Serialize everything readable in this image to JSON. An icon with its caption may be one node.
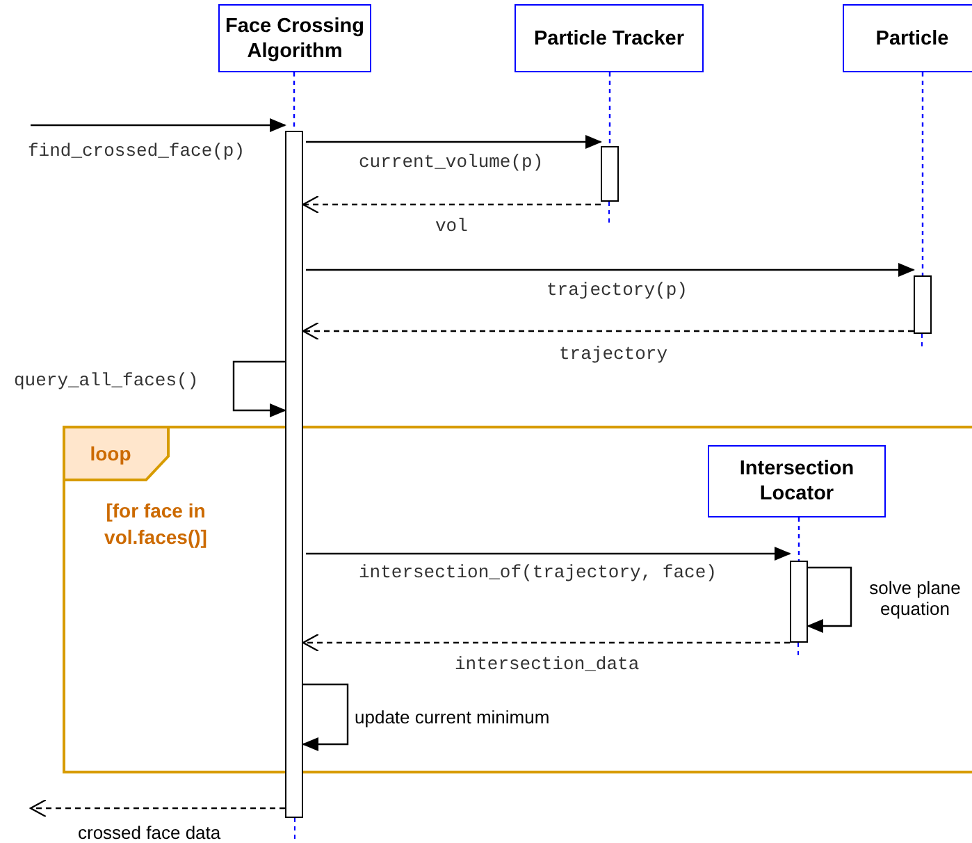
{
  "diagram": {
    "nodes": [
      {
        "text": [
          "Face Crossing Algorithm"
        ]
      },
      {
        "text": [
          "Particle Tracker"
        ]
      },
      {
        "text": [
          "Particle"
        ]
      },
      {
        "text": [],
        "shape": "bar"
      },
      {
        "text": [],
        "shape": "bar"
      },
      {
        "text": [],
        "shape": "bar"
      },
      {
        "text": [
          "loop",
          "[for face in vol.faces()]"
        ]
      },
      {
        "text": [
          "Intersection Locator"
        ],
        "in": 6
      },
      {
        "text": [],
        "shape": "bar",
        "in": 6
      }
    ],
    "edges": [
      {
        "from": null,
        "to": 3,
        "arrow": "to",
        "label": "find_crossed_face(p)"
      },
      {
        "from": 3,
        "to": 4,
        "arrow": "to",
        "label": "current_volume(p)"
      },
      {
        "from": 4,
        "to": 3,
        "arrow": "to",
        "label": "vol",
        "style": "dashed"
      },
      {
        "from": 3,
        "to": 5,
        "arrow": "to",
        "label": "trajectory(p)"
      },
      {
        "from": 5,
        "to": 3,
        "arrow": "to",
        "label": "trajectory",
        "style": "dashed"
      },
      {
        "from": 3,
        "to": 3,
        "arrow": "to",
        "label": "query_all_faces()"
      },
      {
        "from": 3,
        "to": 8,
        "arrow": "to",
        "label": "intersection_of(trajectory, face)"
      },
      {
        "from": 8,
        "to": 8,
        "arrow": "to",
        "label": "solve plane equation"
      },
      {
        "from": 8,
        "to": 3,
        "arrow": "to",
        "label": "intersection_data",
        "style": "dashed"
      },
      {
        "from": 3,
        "to": 3,
        "arrow": "to",
        "label": "update current minimum"
      },
      {
        "from": 3,
        "to": null,
        "arrow": "to",
        "label": "crossed face data",
        "style": "dashed"
      },
      {
        "from": 0,
        "to": 3,
        "arrow": "none",
        "style": "dashed",
        "color": "#0000ff"
      },
      {
        "from": 1,
        "to": 4,
        "arrow": "none",
        "style": "dashed",
        "color": "#0000ff"
      },
      {
        "from": 2,
        "to": 5,
        "arrow": "none",
        "style": "dashed",
        "color": "#0000ff"
      },
      {
        "from": 7,
        "to": 8,
        "arrow": "none",
        "style": "dashed",
        "color": "#0000ff"
      }
    ]
  }
}
